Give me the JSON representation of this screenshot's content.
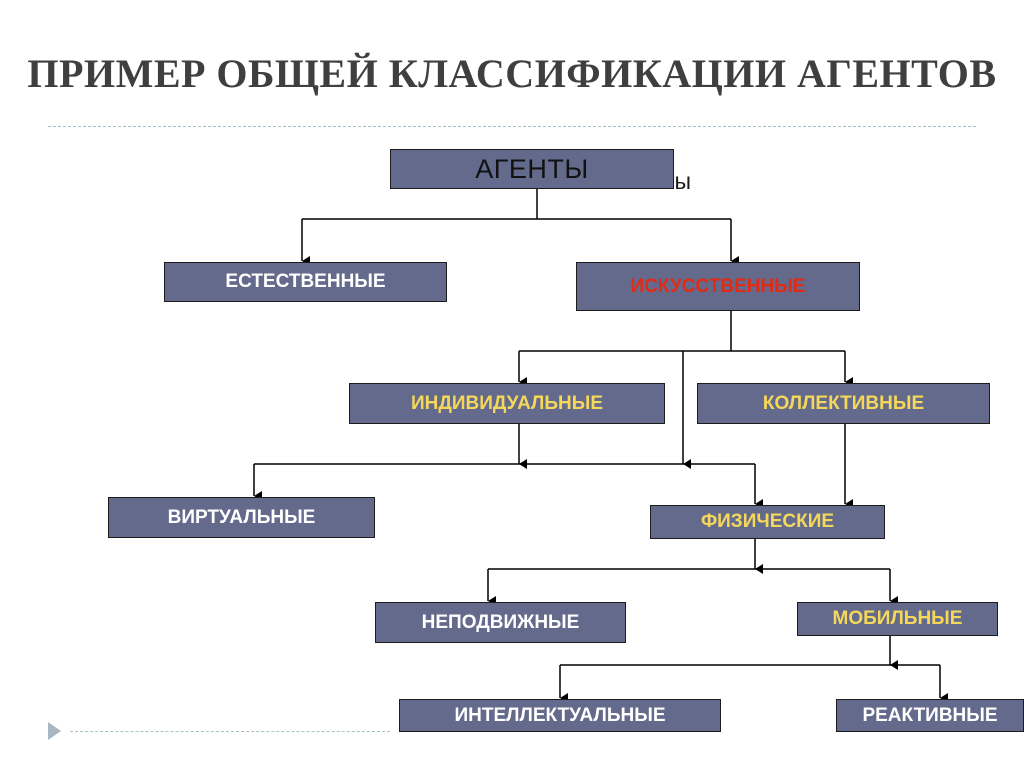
{
  "title": "ПРИМЕР ОБЩЕЙ КЛАССИФИКАЦИИ АГЕНТОВ",
  "stray_text": "ты",
  "nodes": {
    "agents": "АГЕНТЫ",
    "natural": "ЕСТЕСТВЕННЫЕ",
    "artificial": "ИСКУССТВЕННЫЕ",
    "individual": "ИНДИВИДУАЛЬНЫЕ",
    "collective": "КОЛЛЕКТИВНЫЕ",
    "virtual": "ВИРТУАЛЬНЫЕ",
    "physical": "ФИЗИЧЕСКИЕ",
    "stationary": "НЕПОДВИЖНЫЕ",
    "mobile": "МОБИЛЬНЫЕ",
    "intelligent": "ИНТЕЛЛЕКТУАЛЬНЫЕ",
    "reactive": "РЕАКТИВНЫЕ"
  },
  "colors": {
    "box_fill": "#646a8c",
    "box_border": "#1c1c1c",
    "label_white": "#ffffff",
    "label_red": "#e22a14",
    "label_yellow": "#f5d85a",
    "title": "#3f3f3f"
  }
}
